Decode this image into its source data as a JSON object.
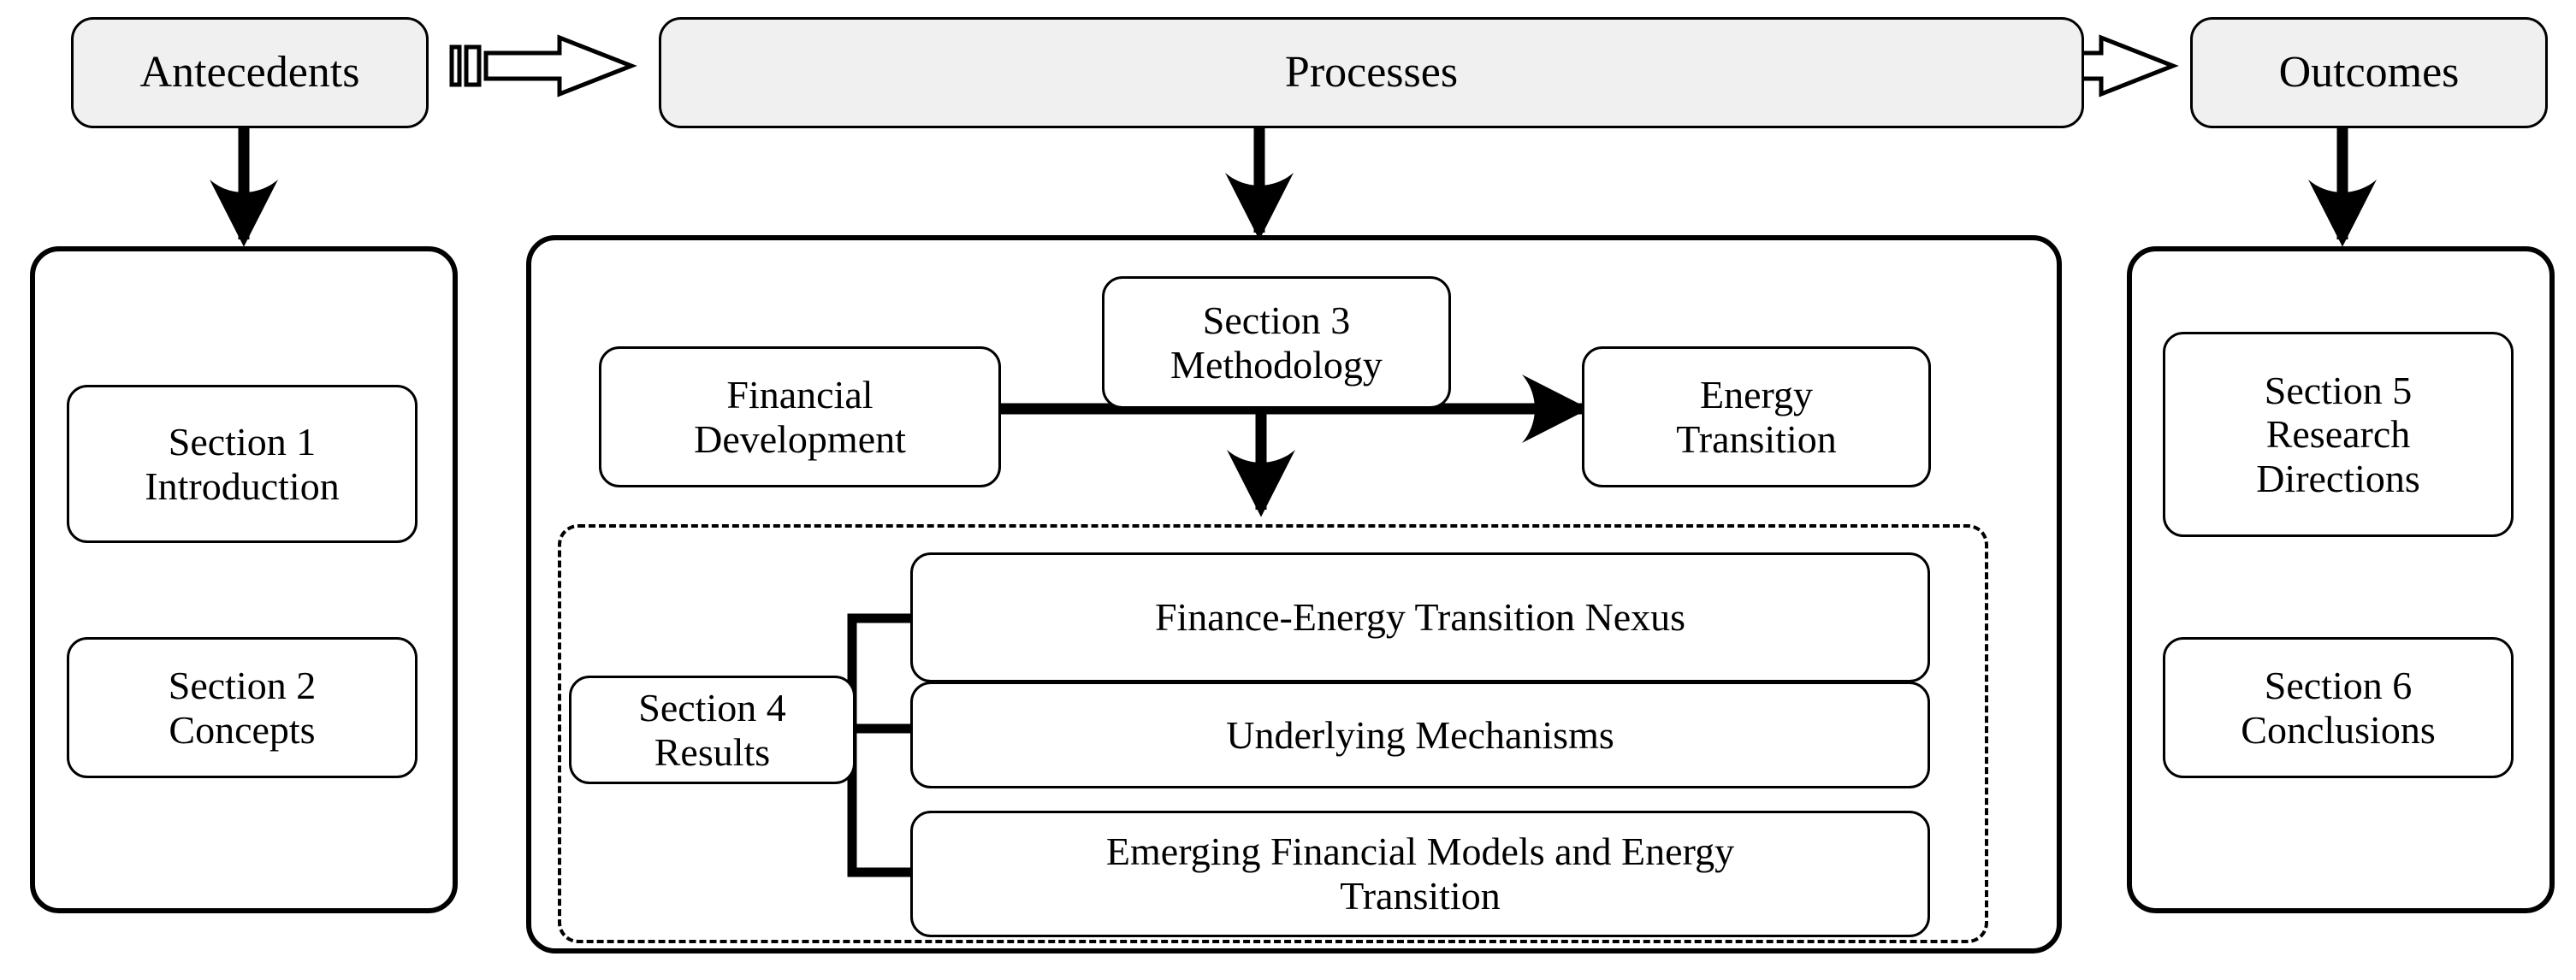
{
  "diagram": {
    "title": "Antecedents-Processes-Outcomes research framework",
    "colors": {
      "pill_fill": "#f0f0f0",
      "box_fill": "#ffffff",
      "stroke": "#000000",
      "background": "#ffffff"
    }
  },
  "headers": {
    "antecedents": "Antecedents",
    "processes": "Processes",
    "outcomes": "Outcomes"
  },
  "connectors": {
    "antecedents_to_processes": "block-arrow-right-icon",
    "processes_to_outcomes": "block-arrow-right-icon",
    "antecedents_down": "arrow-down-icon",
    "processes_down": "arrow-down-icon",
    "outcomes_down": "arrow-down-icon",
    "finance_to_energy": "arrow-right-icon",
    "methodology_down": "arrow-down-icon",
    "results_bracket": "tree-bracket-icon"
  },
  "left_column": {
    "items": [
      {
        "line1": "Section 1",
        "line2": "Introduction"
      },
      {
        "line1": "Section 2",
        "line2": "Concepts"
      }
    ]
  },
  "center_column": {
    "methodology": {
      "line1": "Section 3",
      "line2": "Methodology"
    },
    "financial_development": {
      "line1": "Financial",
      "line2": "Development"
    },
    "energy_transition": {
      "line1": "Energy",
      "line2": "Transition"
    },
    "results": {
      "line1": "Section 4",
      "line2": "Results"
    },
    "result_items": [
      {
        "line1": "Finance-Energy Transition Nexus",
        "line2": ""
      },
      {
        "line1": "Underlying Mechanisms",
        "line2": ""
      },
      {
        "line1": "Emerging Financial Models and Energy",
        "line2": "Transition"
      }
    ]
  },
  "right_column": {
    "items": [
      {
        "line1": "Section 5",
        "line2": "Research",
        "line3": "Directions"
      },
      {
        "line1": "Section 6",
        "line2": "Conclusions"
      }
    ]
  }
}
